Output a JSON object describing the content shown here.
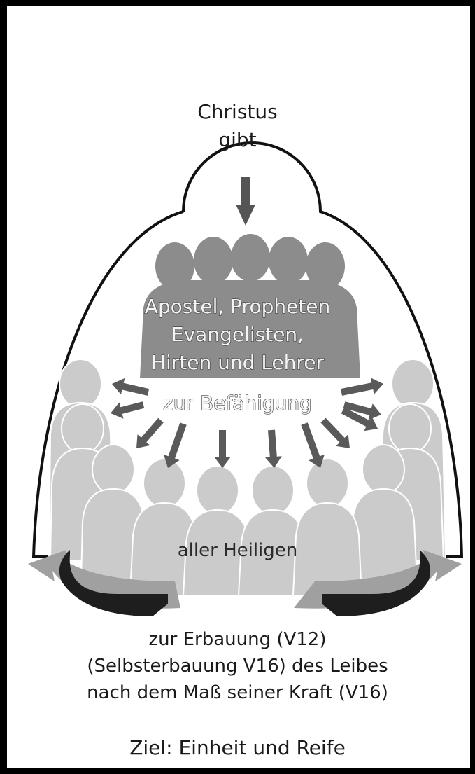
{
  "diagram": {
    "head_text": [
      "Christus",
      "gibt"
    ],
    "leaders_text": [
      "Apostel, Propheten",
      "Evangelisten,",
      "Hirten und Lehrer"
    ],
    "equipping_text": "zur Befähigung",
    "saints_text": "aller Heiligen",
    "edification_text": [
      "zur Erbauung (V12)",
      "(Selbsterbauung V16) des Leibes",
      "nach dem Maß seiner Kraft (V16)"
    ],
    "goal_text": "Ziel: Einheit und Reife"
  },
  "colors": {
    "background": "#000000",
    "panel": "#ffffff",
    "outline": "#111111",
    "leaders_fill": "#8c8c8c",
    "saints_fill": "#cbcbcb",
    "arrow_dark": "#5a5a5a",
    "cycle_outer": "#a0a0a0",
    "cycle_inner": "#1e1e1e"
  }
}
